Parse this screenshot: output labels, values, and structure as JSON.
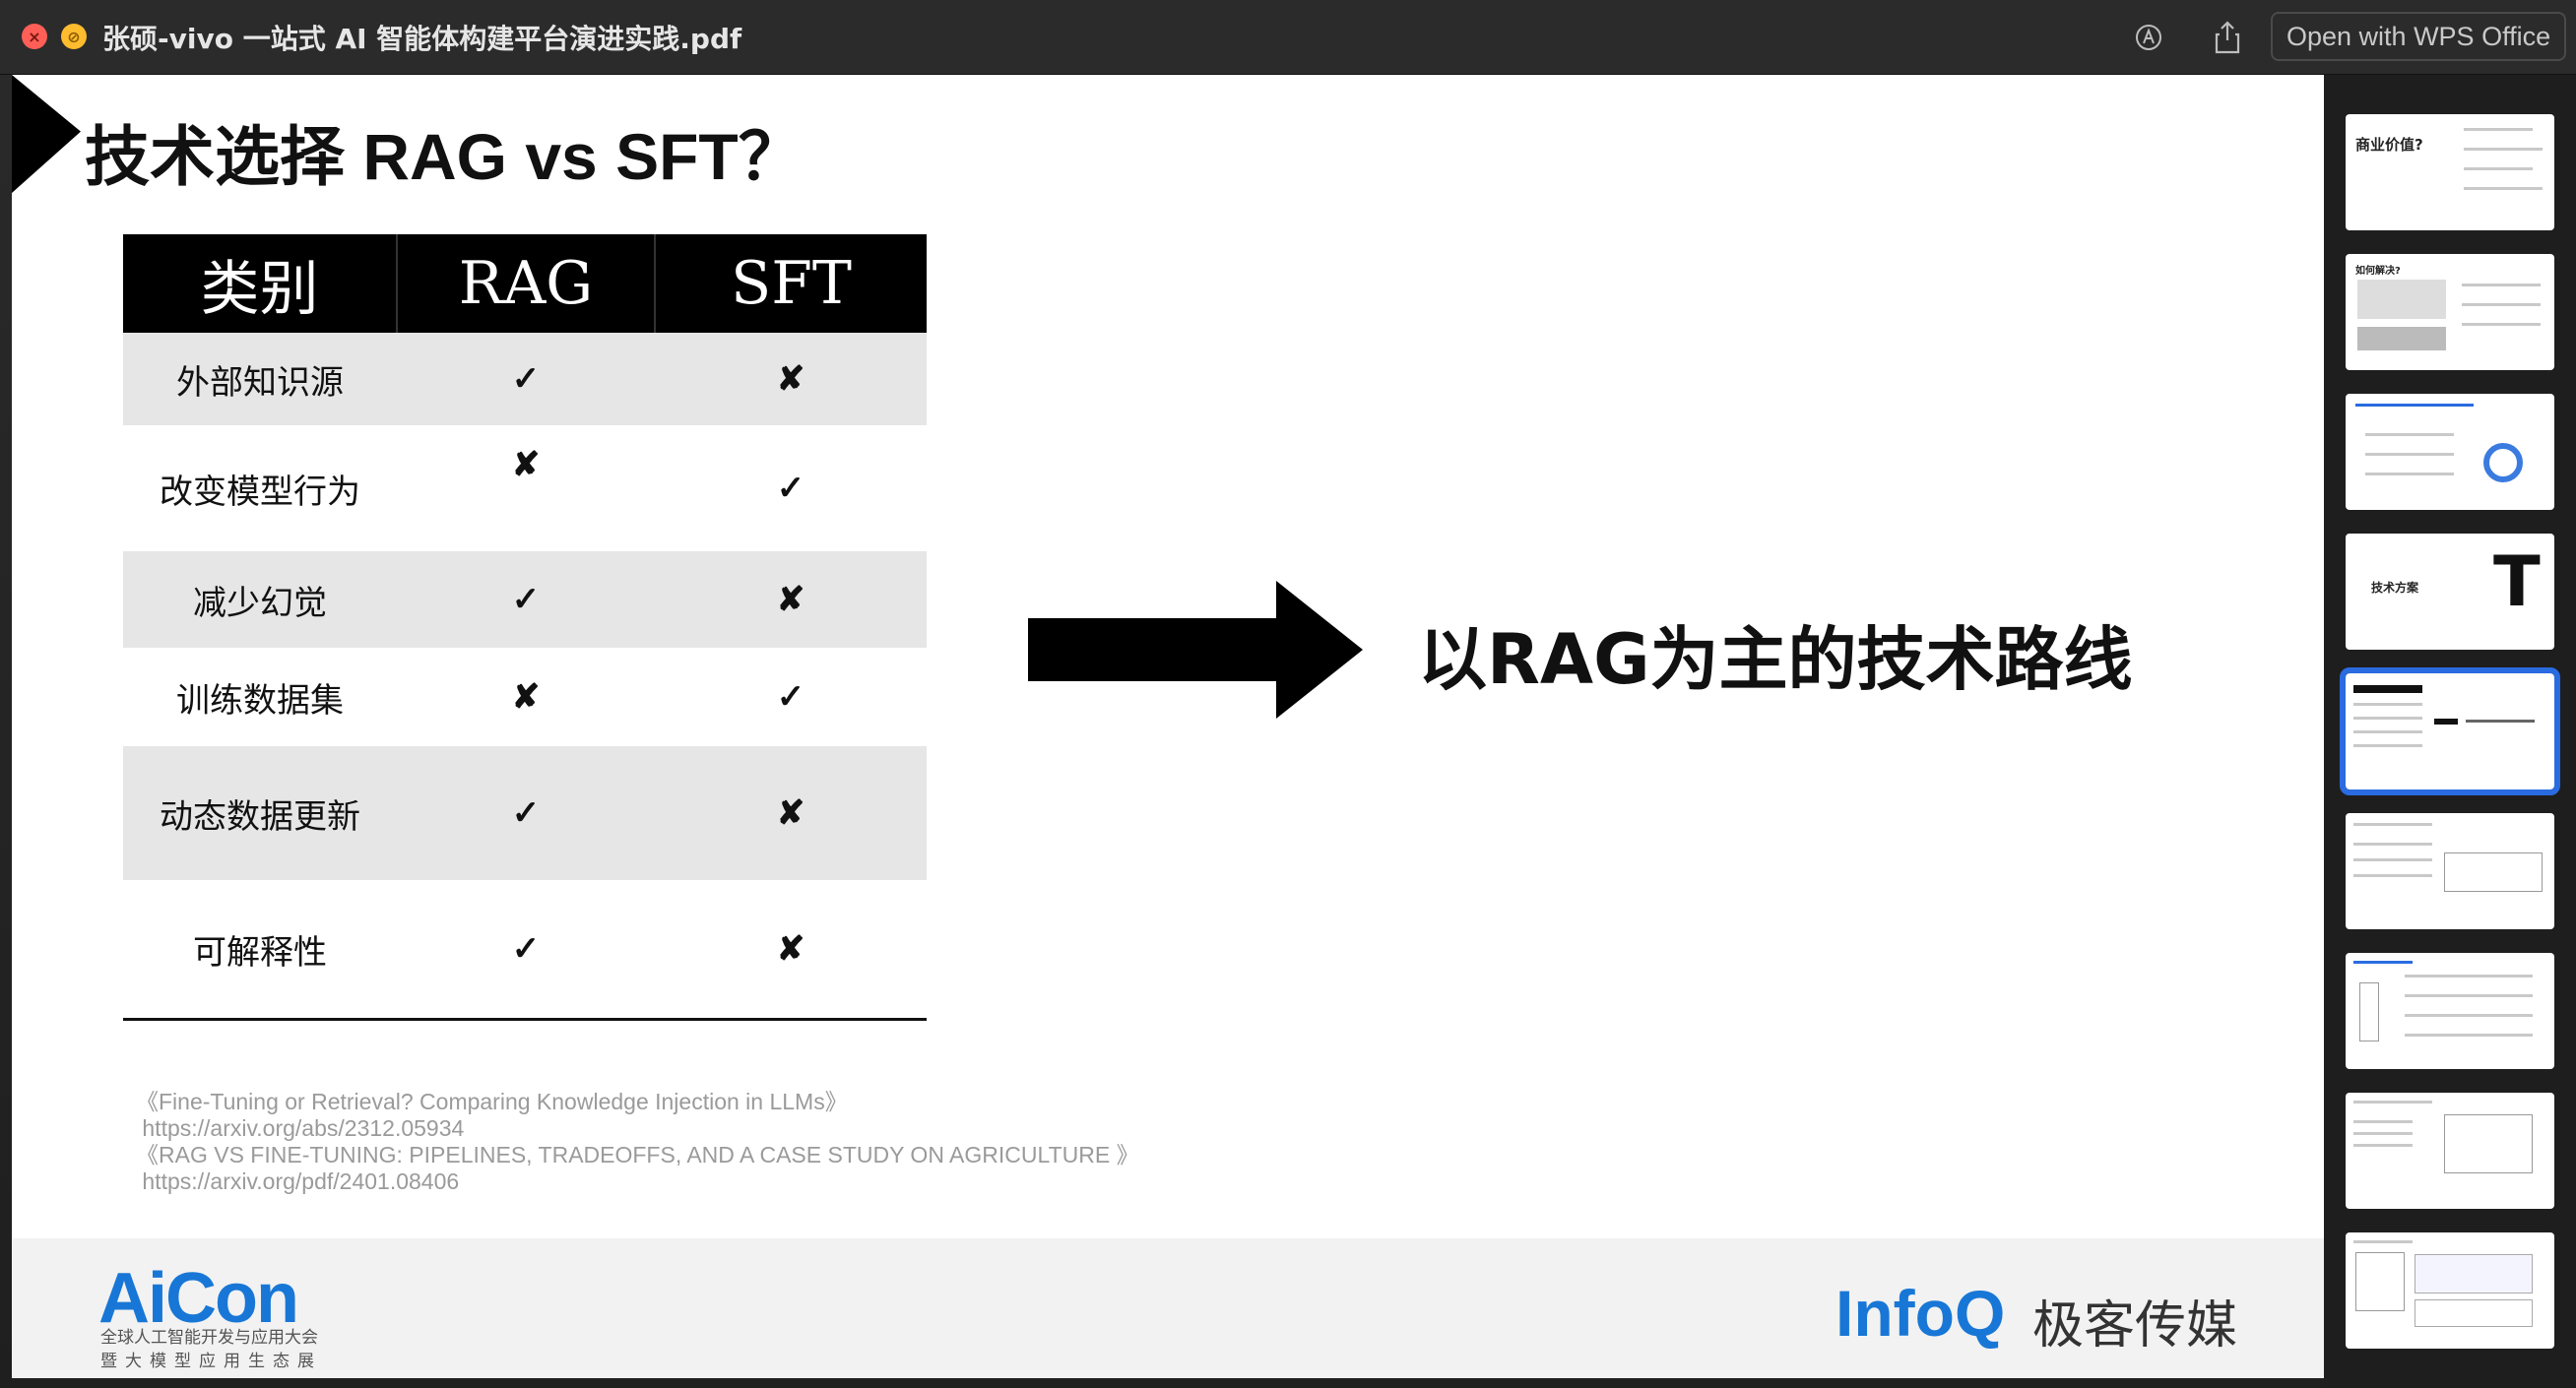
{
  "window": {
    "title": "张硕-vivo 一站式 AI 智能体构建平台演进实践.pdf",
    "open_with_label": "Open with WPS Office",
    "icons": [
      "close-icon",
      "minimize-icon",
      "markup-icon",
      "share-icon"
    ]
  },
  "slide": {
    "heading": "技术选择 RAG vs SFT？",
    "table": {
      "headers": [
        "类别",
        "RAG",
        "SFT"
      ],
      "rows": [
        {
          "category": "外部知识源",
          "rag": "✓",
          "sft": "✘"
        },
        {
          "category": "改变模型行为",
          "rag": "✘",
          "sft": "✓"
        },
        {
          "category": "减少幻觉",
          "rag": "✓",
          "sft": "✘"
        },
        {
          "category": "训练数据集",
          "rag": "✘",
          "sft": "✓"
        },
        {
          "category": "动态数据更新",
          "rag": "✓",
          "sft": "✘"
        },
        {
          "category": "可解释性",
          "rag": "✓",
          "sft": "✘"
        }
      ]
    },
    "conclusion": "以RAG为主的技术路线",
    "references": [
      "《Fine-Tuning or Retrieval? Comparing Knowledge Injection in LLMs》",
      " https://arxiv.org/abs/2312.05934",
      "《RAG VS FINE-TUNING: PIPELINES, TRADEOFFS, AND A CASE STUDY ON AGRICULTURE 》",
      " https://arxiv.org/pdf/2401.08406"
    ],
    "footer": {
      "left_logo": "AiCon",
      "left_sub1": "全球人工智能开发与应用大会",
      "left_sub2": "暨大模型应用生态展",
      "right_logo": "InfoQ",
      "right_cn": "极客传媒"
    }
  },
  "thumbnails": [
    {
      "title": "商业价值?",
      "active": false
    },
    {
      "title": "如何解决?",
      "active": false
    },
    {
      "title": "",
      "active": false
    },
    {
      "title": "技术方案",
      "active": false
    },
    {
      "title": "",
      "active": true
    },
    {
      "title": "",
      "active": false
    },
    {
      "title": "",
      "active": false
    },
    {
      "title": "",
      "active": false
    },
    {
      "title": "",
      "active": false
    }
  ]
}
